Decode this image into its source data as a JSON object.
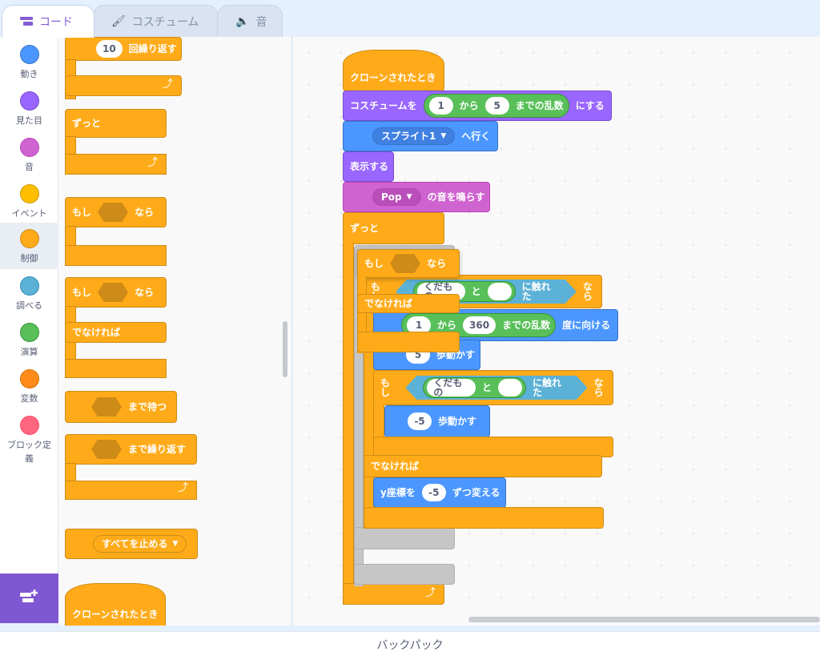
{
  "tabs": [
    {
      "label": "コード",
      "icon": "code-icon"
    },
    {
      "label": "コスチューム",
      "icon": "brush-icon"
    },
    {
      "label": "音",
      "icon": "speaker-icon"
    }
  ],
  "categories": [
    {
      "label": "動き",
      "color": "#4c97ff"
    },
    {
      "label": "見た目",
      "color": "#9966ff"
    },
    {
      "label": "音",
      "color": "#cf63cf"
    },
    {
      "label": "イベント",
      "color": "#ffbf00"
    },
    {
      "label": "制御",
      "color": "#ffab19"
    },
    {
      "label": "調べる",
      "color": "#5cb1d6"
    },
    {
      "label": "演算",
      "color": "#59c059"
    },
    {
      "label": "変数",
      "color": "#ff8c1a"
    },
    {
      "label": "ブロック定義",
      "color": "#ff6680"
    }
  ],
  "selected_category": "制御",
  "palette": {
    "repeat_count": "10",
    "repeat_label": "回繰り返す",
    "forever": "ずっと",
    "if": "もし",
    "then": "なら",
    "else": "でなければ",
    "wait_until": "まで待つ",
    "repeat_until": "まで繰り返す",
    "stop_option": "すべてを止める",
    "clone_hat": "クローンされたとき"
  },
  "script": {
    "hat": "クローンされたとき",
    "costume_prefix": "コスチュームを",
    "costume_from": "1",
    "costume_kara": "から",
    "costume_to": "5",
    "costume_random": "までの乱数",
    "costume_suffix": "にする",
    "goto_target": "スプライト1",
    "goto_suffix": "へ行く",
    "show": "表示する",
    "sound_name": "Pop",
    "sound_suffix": "の音を鳴らす",
    "forever": "ずっと",
    "if1": "もし",
    "touch_a": "くだもの",
    "touch_to": "と",
    "touch_suffix": "に触れた",
    "then": "なら",
    "dir_from": "1",
    "dir_kara": "から",
    "dir_to": "360",
    "dir_random": "までの乱数",
    "dir_suffix": "度に向ける",
    "move1": "5",
    "move_suffix": "歩動かす",
    "if2": "もし",
    "move2": "-5",
    "else": "でなければ",
    "y_prefix": "y座標を",
    "y_value": "-5",
    "y_suffix": "ずつ変える"
  },
  "floating": {
    "if": "もし",
    "then": "なら",
    "else": "でなければ"
  },
  "backpack": "バックパック"
}
